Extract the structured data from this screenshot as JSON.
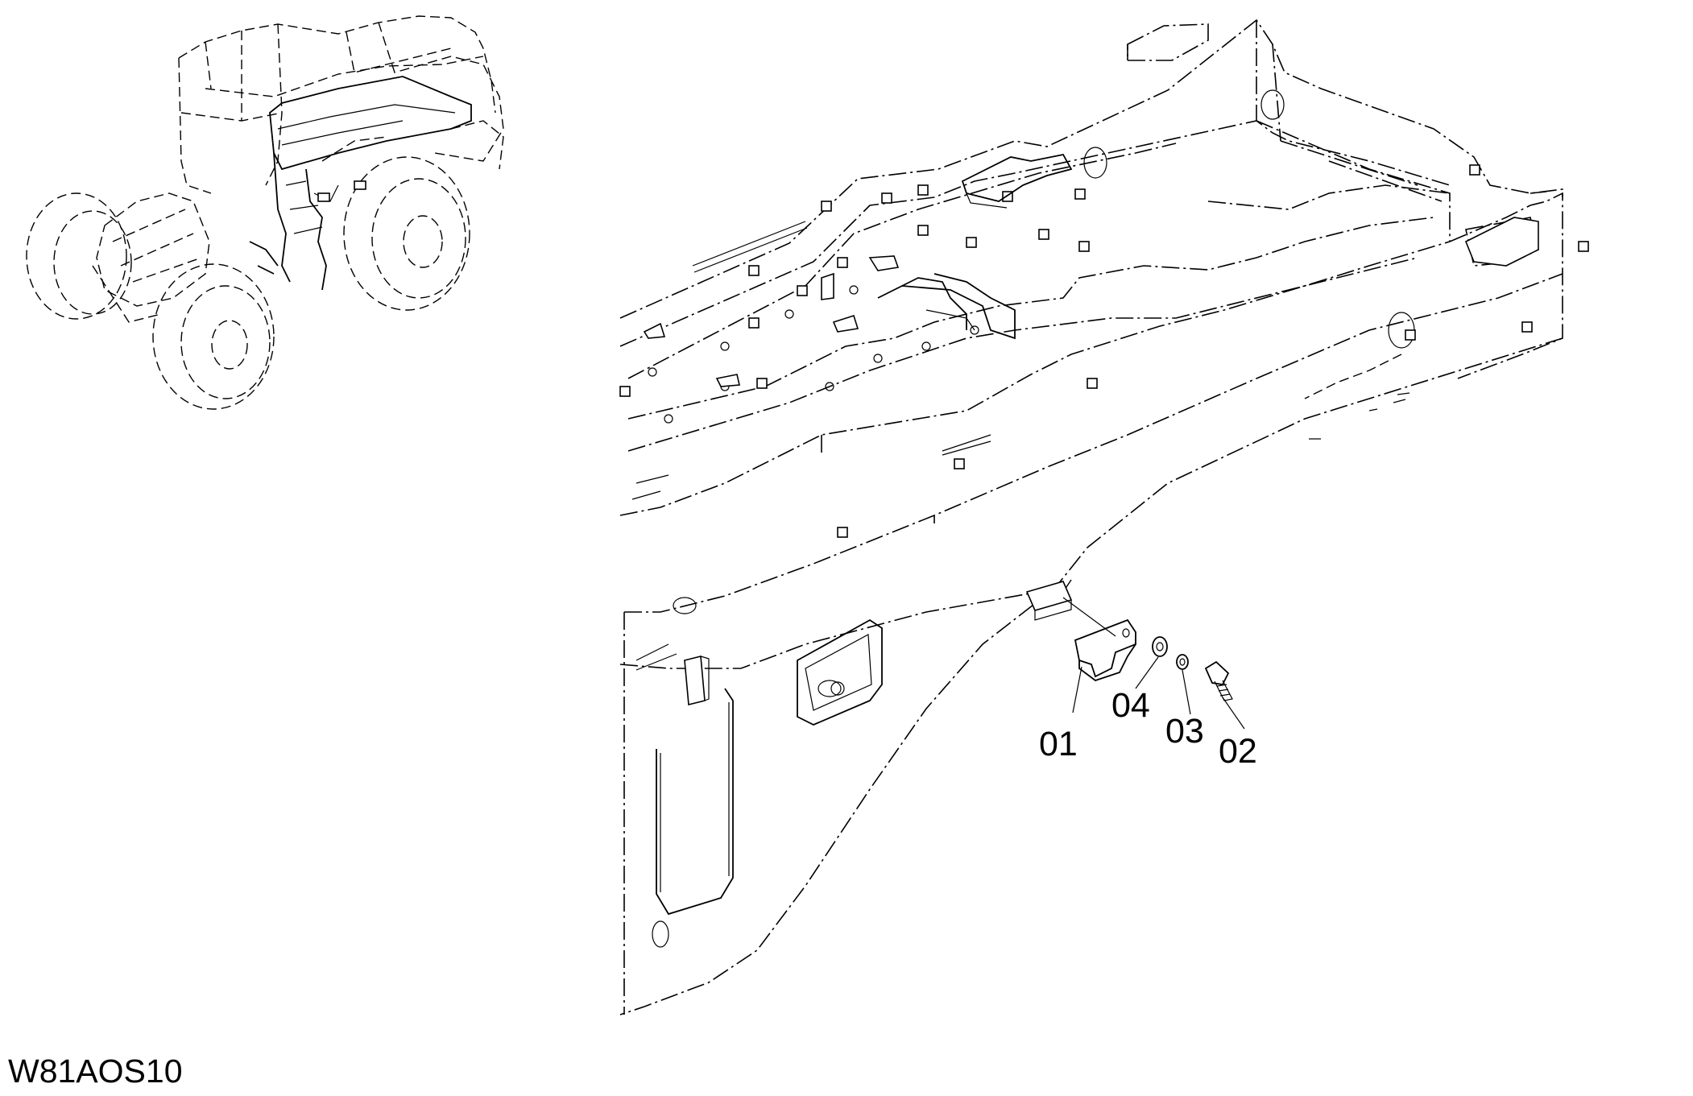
{
  "diagram": {
    "drawing_code": "W81AOS10",
    "callouts": [
      {
        "id": "part-01",
        "label": "01"
      },
      {
        "id": "part-04",
        "label": "04"
      },
      {
        "id": "part-03",
        "label": "03"
      },
      {
        "id": "part-02",
        "label": "02"
      }
    ]
  }
}
